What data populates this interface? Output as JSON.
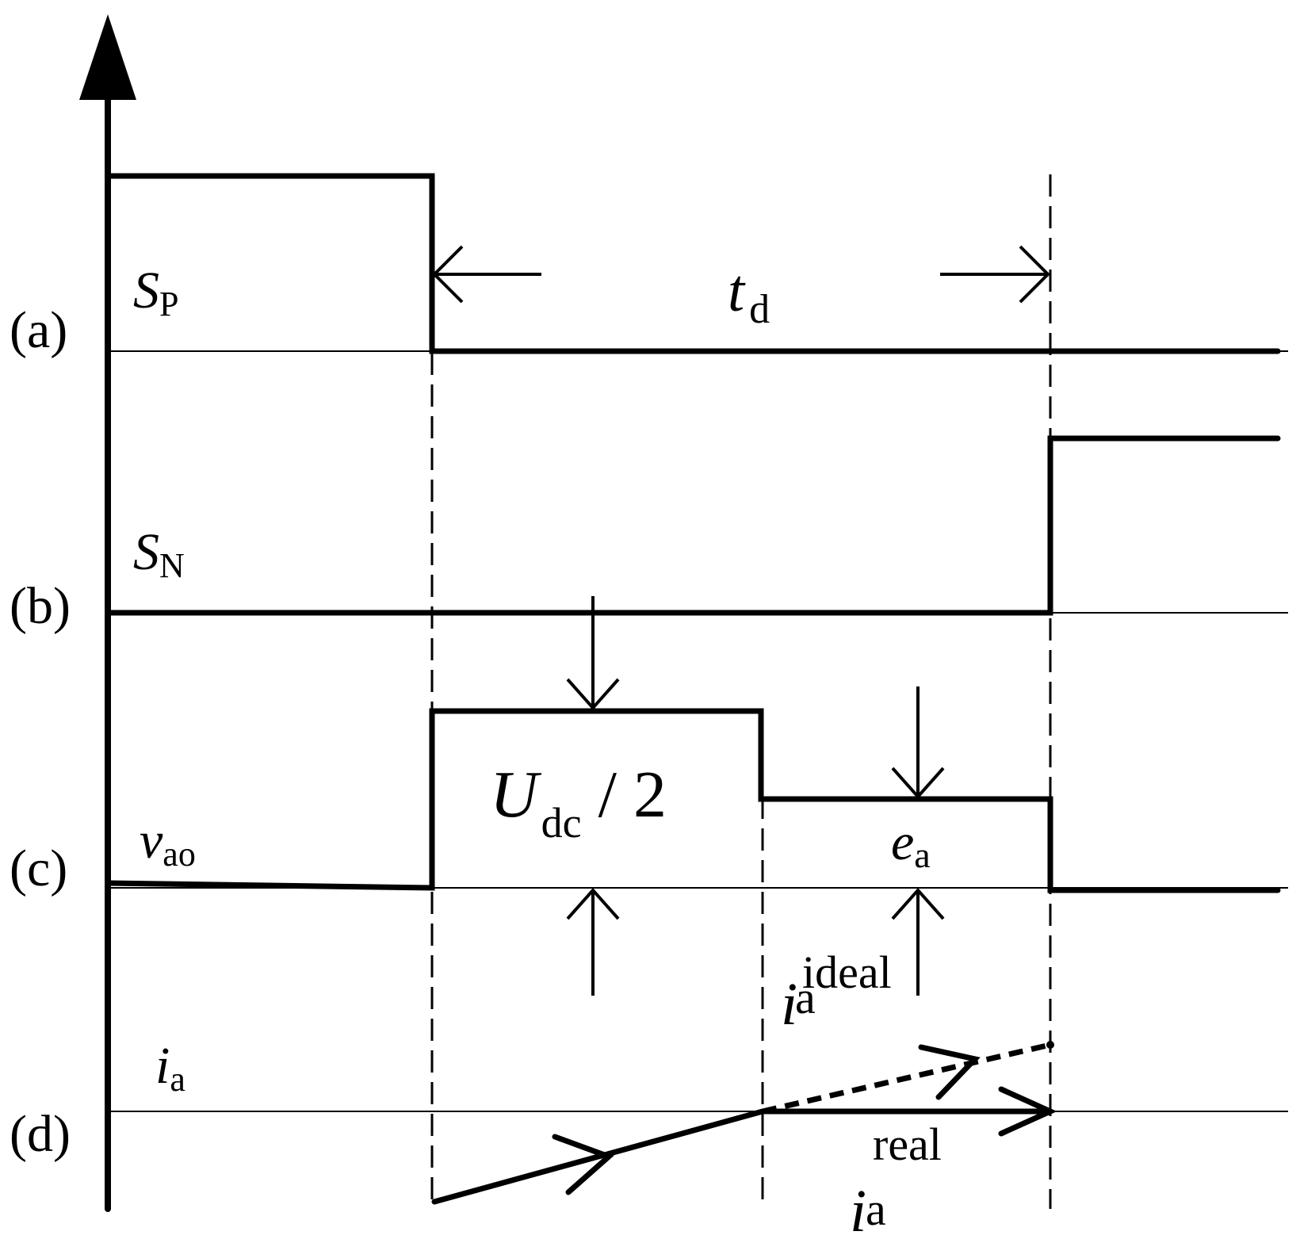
{
  "panels": [
    {
      "id": "a",
      "label": "(a)",
      "signal": "S",
      "signal_sub": "P"
    },
    {
      "id": "b",
      "label": "(b)",
      "signal": "S",
      "signal_sub": "N"
    },
    {
      "id": "c",
      "label": "(c)",
      "signal": "v",
      "signal_sub": "ao"
    },
    {
      "id": "d",
      "label": "(d)",
      "signal": "i",
      "signal_sub": "a"
    }
  ],
  "dead_time": {
    "symbol": "t",
    "sub": "d"
  },
  "dc_voltage": {
    "symbol": "U",
    "sub": "dc",
    "suffix": " / 2"
  },
  "back_emf": {
    "symbol": "e",
    "sub": "a"
  },
  "current_ideal": {
    "symbol": "i",
    "sub": "a",
    "sup": "ideal"
  },
  "current_real": {
    "symbol": "i",
    "sub": "a",
    "sup": "real"
  }
}
